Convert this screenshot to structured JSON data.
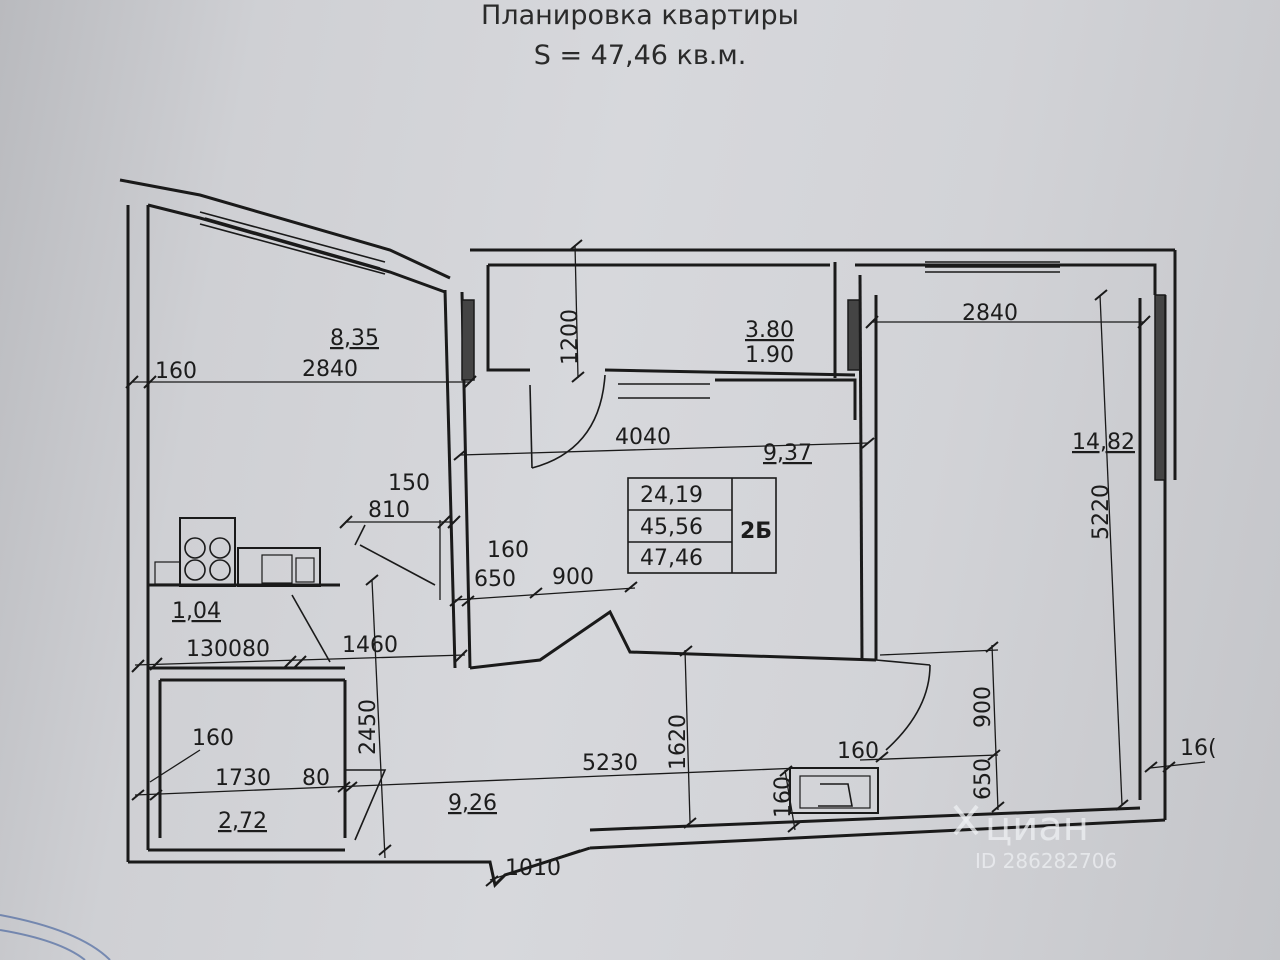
{
  "header": {
    "title": "Планировка квартиры",
    "area_line": "S = 47,46 кв.м."
  },
  "rooms": {
    "room_left_area": "8,35",
    "loggia_area_1": "3.80",
    "loggia_area_2": "1.90",
    "hall_area": "9,37",
    "room_right_area": "14,82",
    "bathroom_area": "1,04",
    "storage_area": "2,72",
    "corridor_area": "9,26"
  },
  "summary_table": {
    "living": "24,19",
    "total": "45,56",
    "total_with_loggia": "47,46",
    "apartment_type": "2Б"
  },
  "dimensions": {
    "d_160_top_left": "160",
    "d_2840_left": "2840",
    "d_1200": "1200",
    "d_2840_right": "2840",
    "d_4040": "4040",
    "d_5220": "5220",
    "d_150": "150",
    "d_810": "810",
    "d_160_mid": "160",
    "d_650_mid": "650",
    "d_900_mid": "900",
    "d_130080": "130080",
    "d_1460": "1460",
    "d_2450": "2450",
    "d_1620": "1620",
    "d_900_right": "900",
    "d_160_right": "160",
    "d_650_right": "650",
    "d_160_storage": "160",
    "d_1730": "1730",
    "d_80": "80",
    "d_5230": "5230",
    "d_160_bottom": "160",
    "d_1010": "1010",
    "d_16_edge": "16("
  },
  "watermark": {
    "brand": "циан",
    "id_text": "ID 286282706"
  }
}
